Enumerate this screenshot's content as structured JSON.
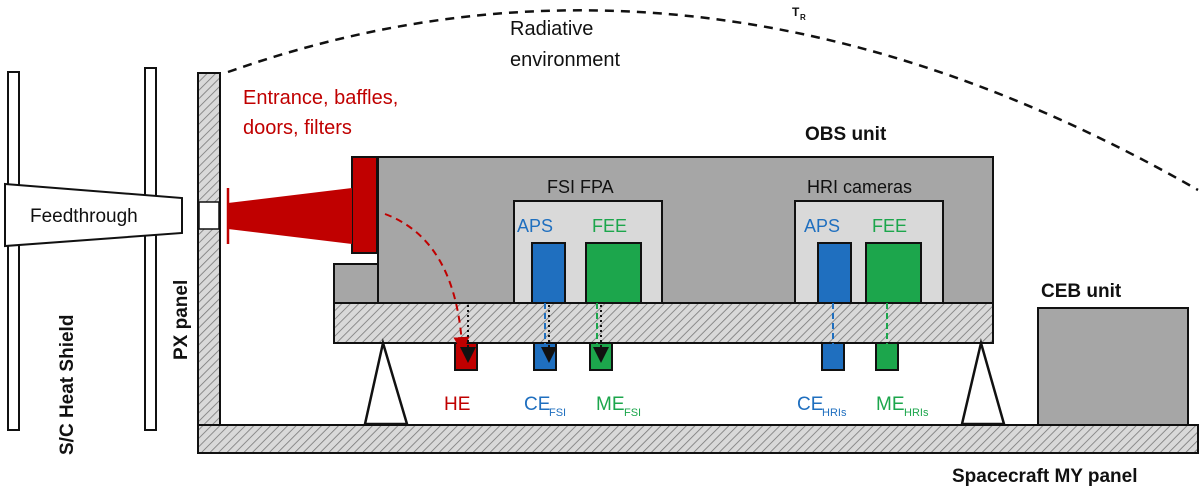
{
  "labels": {
    "radiative_environment_line1": "Radiative",
    "radiative_environment_line2": "environment",
    "tr_main": "T",
    "tr_sub": "R",
    "entrance_line1": "Entrance, baffles,",
    "entrance_line2": "doors, filters",
    "obs_unit": "OBS unit",
    "fsi_fpa": "FSI FPA",
    "hri_cameras": "HRI cameras",
    "aps": "APS",
    "fee": "FEE",
    "feedthrough": "Feedthrough",
    "heat_shield": "S/C Heat Shield",
    "px_panel": "PX panel",
    "ceb_unit": "CEB unit",
    "he": "HE",
    "ce": "CE",
    "me": "ME",
    "fsi_sub": "FSI",
    "hris_sub": "HRIs",
    "my_panel": "Spacecraft  MY panel"
  },
  "colors": {
    "red": "#c00000",
    "blue": "#1f6fbf",
    "green": "#1ca64c",
    "unit_gray": "#a6a6a6",
    "light_gray": "#d9d9d9",
    "outline": "#1a1a1a"
  }
}
